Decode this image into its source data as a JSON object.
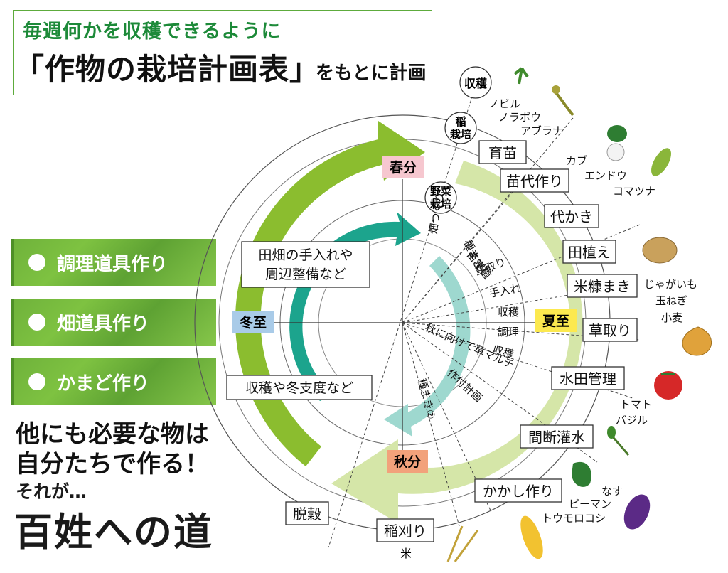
{
  "title": {
    "line1": "毎週何かを収穫できるように",
    "line2": "「作物の栽培計画表」",
    "line2_suffix": "をもとに計画"
  },
  "side_items": [
    {
      "label": "調理道具作り"
    },
    {
      "label": "畑道具作り"
    },
    {
      "label": "かまど作り"
    }
  ],
  "bottom_text": {
    "line1": "他にも必要な物は",
    "line2": "自分たちで作る！",
    "line3": "それが…",
    "line4": "百姓への道"
  },
  "seasons": {
    "spring": "春分",
    "summer": "夏至",
    "autumn": "秋分",
    "winter": "冬至"
  },
  "season_colors": {
    "spring": "#f6c7cf",
    "summer": "#fce94f",
    "autumn": "#f2a27b",
    "winter": "#a9cbe8"
  },
  "ring_labels": {
    "harvest": "収穫",
    "rice": "稲\n栽培",
    "vegetable": "野菜\n栽培"
  },
  "inner_boxes": {
    "top": "田畑の手入れや\n周辺整備など",
    "bottom": "収穫や冬支度など"
  },
  "rice_tasks": [
    "育苗",
    "苗代作り",
    "代かき",
    "田植え",
    "米糠まき",
    "草取り",
    "水田管理",
    "間断灌水",
    "かかし作り",
    "稲刈り",
    "脱穀"
  ],
  "rice_output": "米",
  "veg_tasks": [
    "畑つくり",
    "種まき",
    "苗定植",
    "草取り",
    "手入れ",
    "収穫",
    "調理",
    "収穫",
    "秋に向けて草マルチ",
    "作付計画",
    "種まき②"
  ],
  "crops": {
    "group1": [
      "ノビル",
      "ノラボウ",
      "アブラナ"
    ],
    "group2": [
      "カブ",
      "エンドウ",
      "コマツナ"
    ],
    "group3": [
      "じゃがいも",
      "玉ねぎ",
      "小麦"
    ],
    "group4": [
      "トマト",
      "バジル"
    ],
    "group5": [
      "なす",
      "ピーマン",
      "トウモロコシ"
    ]
  },
  "colors": {
    "green_arrow": "#8bbd2f",
    "light_arrow": "#d5e6a8",
    "teal_arrow": "#1ca48d",
    "light_teal": "#9ed8cf",
    "title_green": "#1d8a39"
  }
}
